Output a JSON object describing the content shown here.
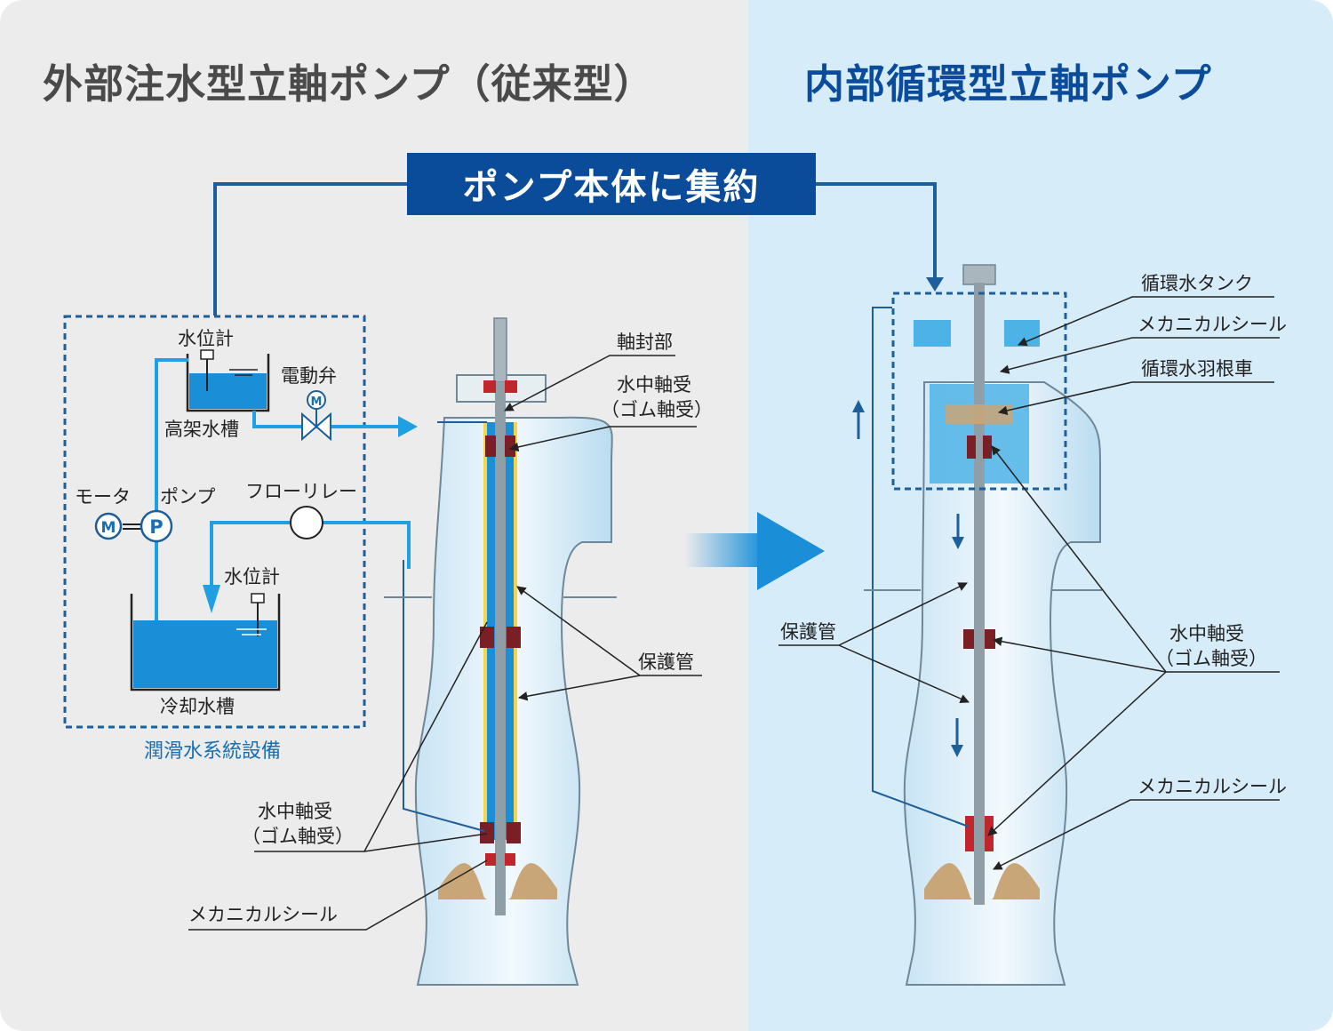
{
  "titles": {
    "left": "外部注水型立軸ポンプ（従来型）",
    "right": "内部循環型立軸ポンプ"
  },
  "banner": "ポンプ本体に集約",
  "left_system": {
    "box_caption": "潤滑水系統設備",
    "water_level_gauge_top": "水位計",
    "electric_valve": "電動弁",
    "elevated_tank": "高架水槽",
    "motor": "モータ",
    "pump": "ポンプ",
    "flow_relay": "フローリレー",
    "water_level_gauge_bottom": "水位計",
    "cooling_tank": "冷却水槽",
    "motor_symbol": "M",
    "pump_symbol": "P",
    "valve_symbol": "M"
  },
  "left_pump_labels": {
    "shaft_seal": "軸封部",
    "bearing_line1": "水中軸受",
    "bearing_line2": "（ゴム軸受）",
    "protection_tube": "保護管",
    "lower_bearing_line1": "水中軸受",
    "lower_bearing_line2": "（ゴム軸受）",
    "mech_seal": "メカニカルシール"
  },
  "right_pump_labels": {
    "circ_tank": "循環水タンク",
    "mech_seal_top": "メカニカルシール",
    "circ_impeller": "循環水羽根車",
    "protection_tube": "保護管",
    "bearing_line1": "水中軸受",
    "bearing_line2": "（ゴム軸受）",
    "mech_seal_bottom": "メカニカルシール"
  },
  "colors": {
    "panel_left": "#ececec",
    "panel_right": "#d6ecf9",
    "accent_navy": "#0a4b9a",
    "water_blue": "#1a8fd8",
    "pipe_blue": "#1ea0e2"
  }
}
